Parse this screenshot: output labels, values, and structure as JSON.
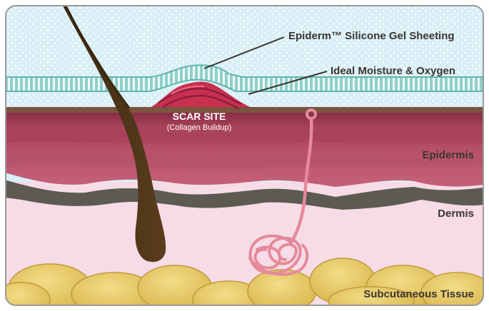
{
  "diagram": {
    "labels": {
      "gel_sheeting": "Epiderm™ Silicone Gel Sheeting",
      "moisture": "Ideal Moisture & Oxygen",
      "scar_site": "SCAR SITE",
      "scar_sub": "(Collagen Buildup)",
      "epidermis": "Epidermis",
      "dermis": "Dermis",
      "subcutaneous": "Subcutaneous Tissue"
    },
    "colors": {
      "air": "#d8eff6",
      "gel": "#7cc7c0",
      "scar": "#c8304f",
      "epidermis": "#b0485c",
      "basal_band": "#5d5a52",
      "dermis": "#f6dce6",
      "fat": "#e2c45c",
      "hair": "#4a3216",
      "vessel": "#e58a9a",
      "label_text": "#3a3430"
    }
  }
}
